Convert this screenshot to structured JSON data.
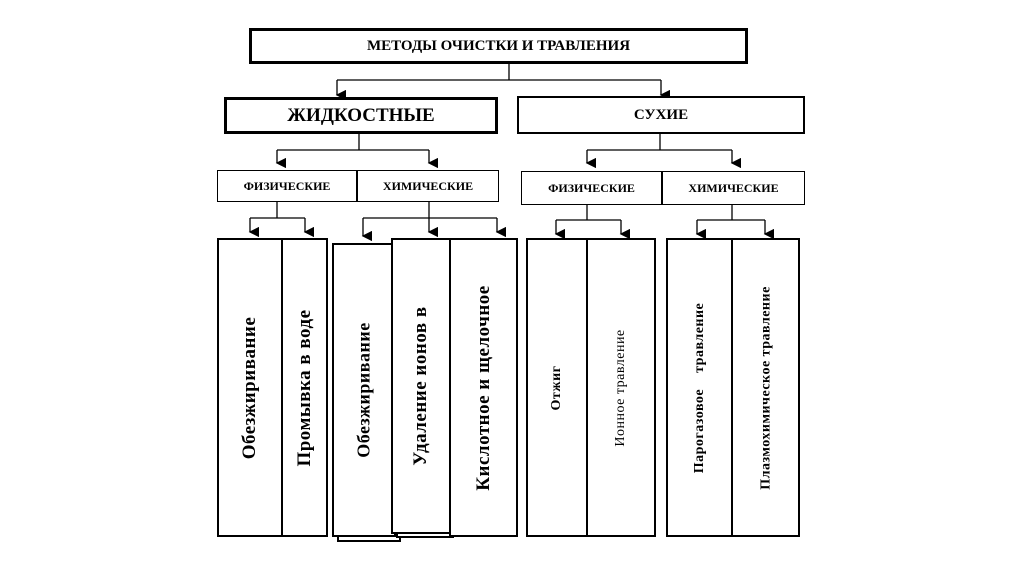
{
  "title": "МЕТОДЫ ОЧИСТКИ И ТРАВЛЕНИЯ",
  "liquid": {
    "label": "ЖИДКОСТНЫЕ",
    "physical": {
      "label": "ФИЗИЧЕСКИЕ",
      "items": [
        "Обезжиривание",
        "Промывка в воде"
      ]
    },
    "chemical": {
      "label": "ХИМИЧЕСКИЕ",
      "items": [
        "Обезжиривание",
        "Удаление ионов в",
        "Кислотное и щелочное"
      ]
    }
  },
  "dry": {
    "label": "СУХИЕ",
    "physical": {
      "label": "ФИЗИЧЕСКИЕ",
      "items": [
        "Отжиг",
        "Ионное травление"
      ]
    },
    "chemical": {
      "label": "ХИМИЧЕСКИЕ",
      "items": [
        "Парогазовое    травление",
        "Плазмохимическое травление"
      ]
    }
  }
}
